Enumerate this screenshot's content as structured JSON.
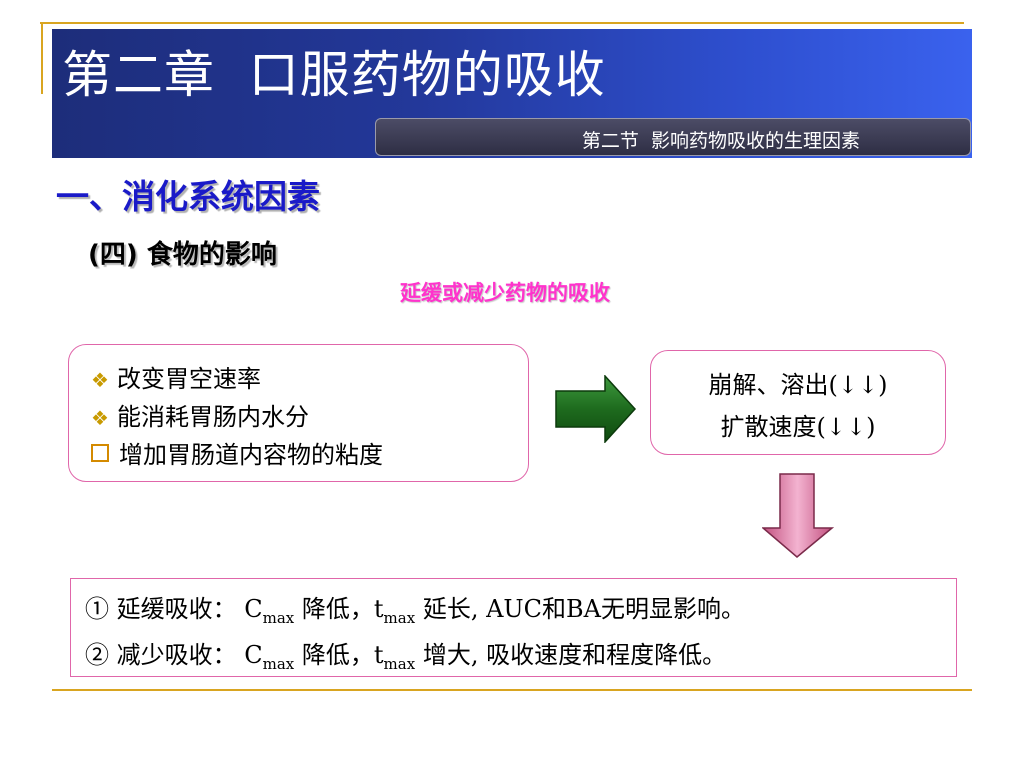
{
  "header": {
    "title": "第二章  口服药物的吸收",
    "subtitle": "第二节  影响药物吸收的生理因素"
  },
  "section": {
    "heading": "一、消化系统因素",
    "subheading": "(四) 食物的影响",
    "note": "延缓或减少药物的吸收"
  },
  "causes": [
    {
      "bullet": "diamond",
      "text": "改变胃空速率"
    },
    {
      "bullet": "diamond",
      "text": "能消耗胃肠内水分"
    },
    {
      "bullet": "square",
      "text": "增加胃肠道内容物的粘度"
    }
  ],
  "effects": {
    "line1": "崩解、溶出(↓↓)",
    "line2": "扩散速度(↓↓)"
  },
  "results": {
    "r1": {
      "prefix": "① 延缓吸收：  C",
      "sub1": "max",
      "mid": " 降低，t",
      "sub2": "max",
      "suffix": "  延长, AUC和BA无明显影响。"
    },
    "r2": {
      "prefix": "② 减少吸收：  C",
      "sub1": "max",
      "mid": " 降低，t",
      "sub2": "max",
      "suffix": "  增大, 吸收速度和程度降低。"
    }
  },
  "colors": {
    "heading": "#1a1ac8",
    "note": "#ff33cc",
    "box_border": "#e066aa",
    "accent_line": "#d9a520"
  }
}
